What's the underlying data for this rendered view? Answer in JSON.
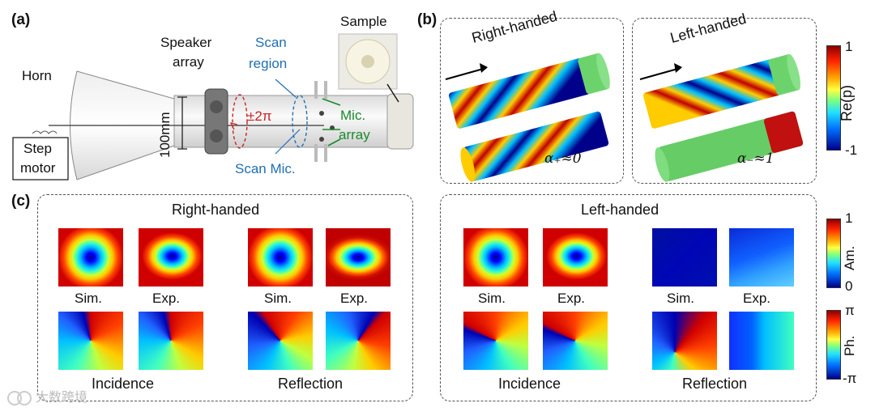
{
  "panels": {
    "a": {
      "letter": "(a)",
      "labels": {
        "horn": "Horn",
        "speaker_array": [
          "Speaker",
          "array"
        ],
        "scan_region": [
          "Scan",
          "region"
        ],
        "sample": "Sample",
        "phase_range": "±2π",
        "mic_array": [
          "Mic.",
          "array"
        ],
        "scan_mic": "Scan Mic.",
        "diameter": "100mm",
        "step_motor": [
          "Step",
          "motor"
        ]
      }
    },
    "b": {
      "letter": "(b)",
      "left_title": "Right-handed",
      "right_title": "Left-handed",
      "left_alpha": "α₊≈0",
      "right_alpha": "α₋≈1",
      "colorbar": {
        "label": "Re(p)",
        "max": "1",
        "min": "-1"
      }
    },
    "c": {
      "letter": "(c)",
      "right_handed": {
        "title": "Right-handed",
        "sim": "Sim.",
        "exp": "Exp.",
        "incidence": "Incidence",
        "reflection": "Reflection"
      },
      "left_handed": {
        "title": "Left-handed",
        "sim": "Sim.",
        "exp": "Exp.",
        "incidence": "Incidence",
        "reflection": "Reflection"
      },
      "amp_colorbar": {
        "label": "Am.",
        "max": "1",
        "min": "0"
      },
      "phase_colorbar": {
        "label": "Ph.",
        "max": "π",
        "min": "-π"
      }
    }
  },
  "watermark": "大数跨境",
  "colors": {
    "blue_label": "#1f6fb5",
    "red_label": "#cc2222",
    "green_label": "#1a8a2a"
  }
}
